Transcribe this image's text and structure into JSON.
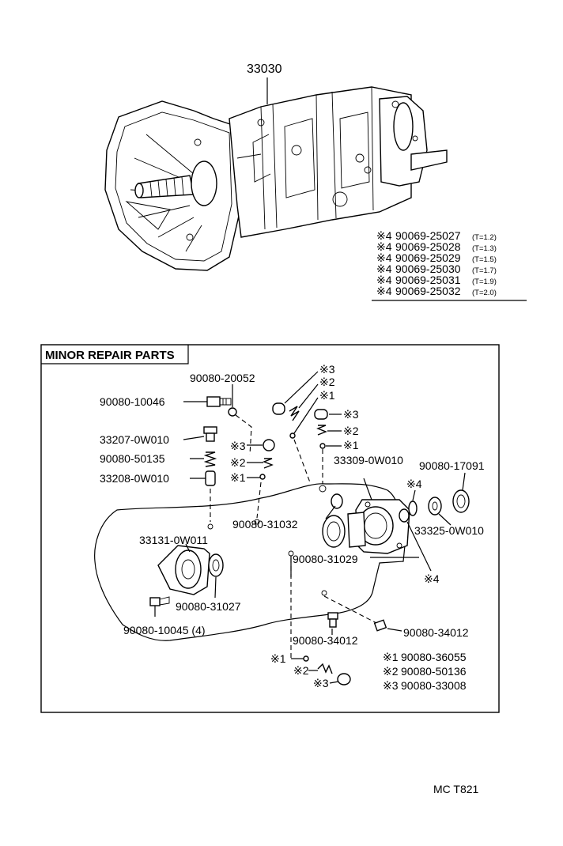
{
  "assembly_number": "33030",
  "shim_list": [
    {
      "mark": "※4",
      "part": "90069-25027",
      "thickness": "(T=1.2)"
    },
    {
      "mark": "※4",
      "part": "90069-25028",
      "thickness": "(T=1.3)"
    },
    {
      "mark": "※4",
      "part": "90069-25029",
      "thickness": "(T=1.5)"
    },
    {
      "mark": "※4",
      "part": "90069-25030",
      "thickness": "(T=1.7)"
    },
    {
      "mark": "※4",
      "part": "90069-25031",
      "thickness": "(T=1.9)"
    },
    {
      "mark": "※4",
      "part": "90069-25032",
      "thickness": "(T=2.0)"
    }
  ],
  "minor_repair_title": "MINOR REPAIR PARTS",
  "labels": {
    "p20052": "90080-20052",
    "p10046": "90080-10046",
    "p33207": "33207-0W010",
    "p50135": "90080-50135",
    "p33208": "33208-0W010",
    "p31032": "90080-31032",
    "p33309": "33309-0W010",
    "p17091": "90080-17091",
    "p33325": "33325-0W010",
    "p33131": "33131-0W011",
    "p31029": "90080-31029",
    "p31027": "90080-31027",
    "p10045": "90080-10045 (4)",
    "p34012a": "90080-34012",
    "p34012b": "90080-34012"
  },
  "marks": {
    "m3": "※3",
    "m2": "※2",
    "m1": "※1",
    "m4": "※4"
  },
  "legend": [
    {
      "mark": "※1",
      "part": "90080-36055"
    },
    {
      "mark": "※2",
      "part": "90080-50136"
    },
    {
      "mark": "※3",
      "part": "90080-33008"
    }
  ],
  "footer_code": "MC  T821"
}
